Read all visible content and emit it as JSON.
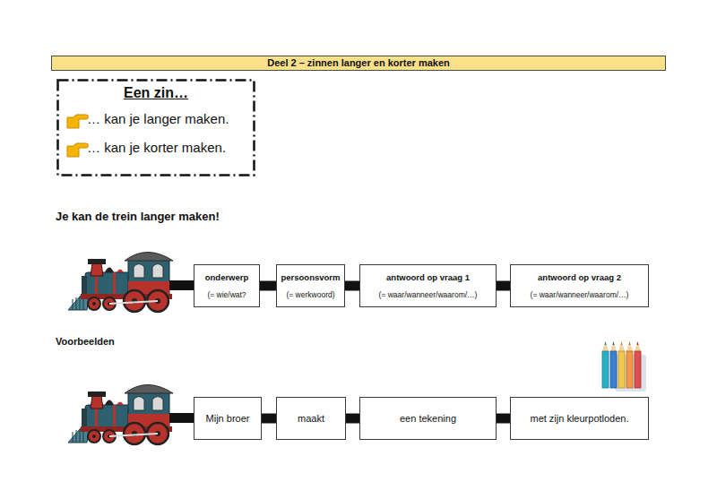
{
  "diagram": {
    "title": "Deel 2 – zinnen langer en korter maken",
    "nodes": [
      {
        "text": [
          "Een zin…",
          "… kan je langer maken.",
          "… kan je korter maken."
        ]
      },
      {
        "text": [
          "onderwerp",
          "(= wie/wat?"
        ]
      },
      {
        "text": [
          "persoonsvorm",
          "(= werkwoord)"
        ]
      },
      {
        "text": [
          "antwoord op vraag 1",
          "(= waar/wanneer/waarom/…)"
        ]
      },
      {
        "text": [
          "antwoord op vraag 2",
          "(= waar/wanneer/waarom/…)"
        ]
      },
      {
        "text": [
          "Mijn broer"
        ]
      },
      {
        "text": [
          "maakt"
        ]
      },
      {
        "text": [
          "een tekening"
        ]
      },
      {
        "text": [
          "met zijn kleurpotloden."
        ]
      }
    ],
    "edges": [
      {
        "from": 1,
        "to": 2,
        "arrow": "none"
      },
      {
        "from": 2,
        "to": 3,
        "arrow": "none"
      },
      {
        "from": 3,
        "to": 4,
        "arrow": "none"
      },
      {
        "from": 5,
        "to": 6,
        "arrow": "none"
      },
      {
        "from": 6,
        "to": 7,
        "arrow": "none"
      },
      {
        "from": 7,
        "to": 8,
        "arrow": "none"
      }
    ],
    "labels": [
      "Je kan de trein langer maken!",
      "Voorbeelden"
    ]
  }
}
